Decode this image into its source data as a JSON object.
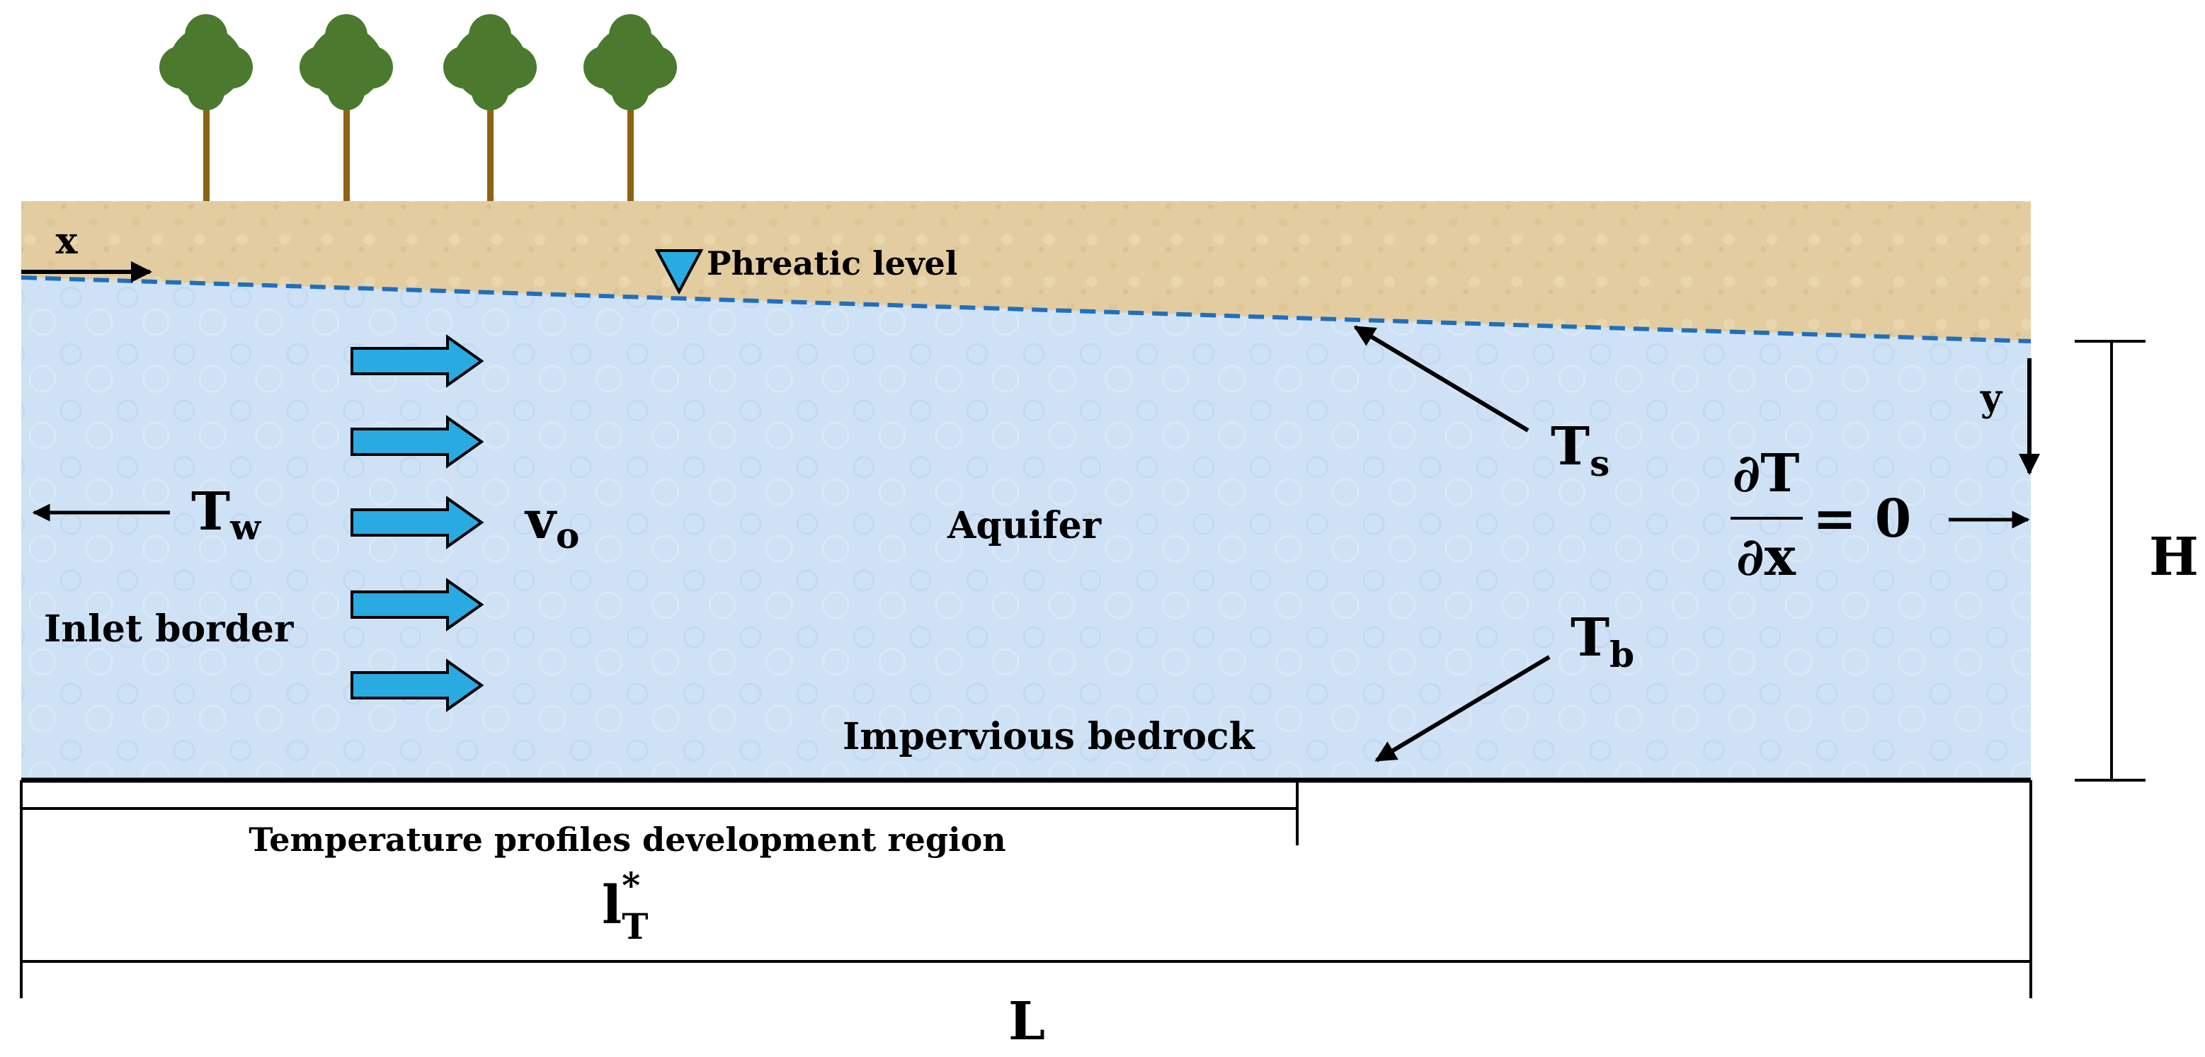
{
  "labels": {
    "x_axis": "x",
    "y_axis": "y",
    "phreatic_level": "Phreatic level",
    "ts_main": "T",
    "ts_sub": "s",
    "tw_main": "T",
    "tw_sub": "w",
    "tb_main": "T",
    "tb_sub": "b",
    "vo_main": "v",
    "vo_sub": "o",
    "aquifer": "Aquifer",
    "inlet_border": "Inlet border",
    "impervious_bedrock": "Impervious bedrock",
    "dev_region": "Temperature profiles development region",
    "lt_main": "l",
    "lt_sup": "*",
    "lt_sub": "T",
    "H": "H",
    "L": "L",
    "bc_numerator": "∂T",
    "bc_denominator": "∂x",
    "bc_rhs": "= 0"
  },
  "colors": {
    "soil": "#e3cda0",
    "aquifer": "#cfe2f5",
    "water_table": "#1f6fc0",
    "flow_arrow": "#29abe2",
    "tree_crown": "#4b7a2e",
    "tree_trunk": "#8a6414"
  },
  "icons": [
    "tree-icon",
    "water-table-triangle-icon",
    "flow-arrow-icon"
  ]
}
